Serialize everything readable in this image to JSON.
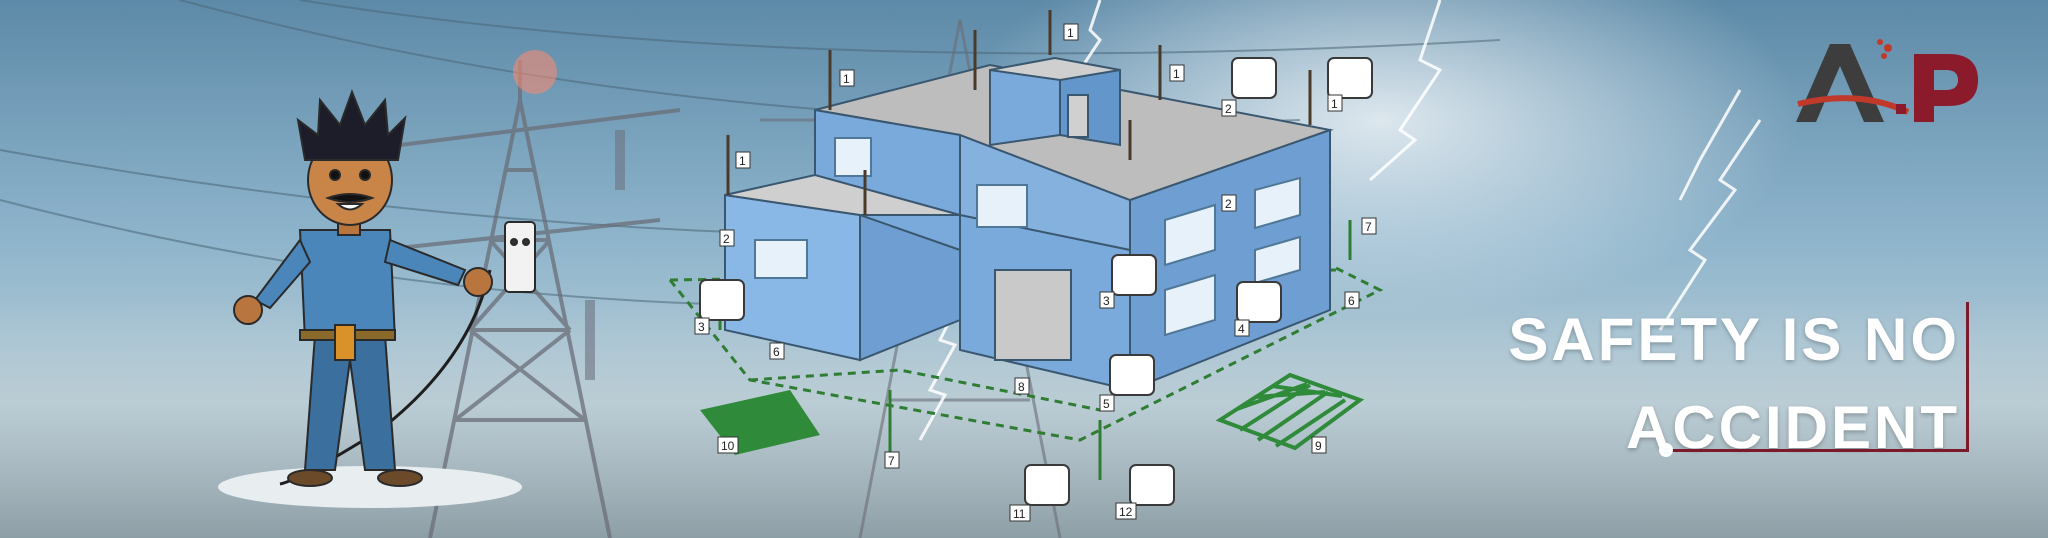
{
  "headline": {
    "line1": "SAFETY IS NO",
    "line2": "ACCIDENT"
  },
  "logo": {
    "mark": "A.P"
  },
  "callouts": [
    "1",
    "1",
    "1",
    "1",
    "1",
    "2",
    "2",
    "2",
    "3",
    "3",
    "4",
    "5",
    "6",
    "6",
    "7",
    "7",
    "8",
    "9",
    "10",
    "11",
    "12"
  ],
  "colors": {
    "sky": "#7fa7c0",
    "building": "#7aa9db",
    "roof": "#cfcfcf",
    "grounding": "#2f7d32",
    "logo_red": "#c0392b",
    "logo_maroon": "#8b1a2a",
    "accent": "#7a1a2a"
  }
}
